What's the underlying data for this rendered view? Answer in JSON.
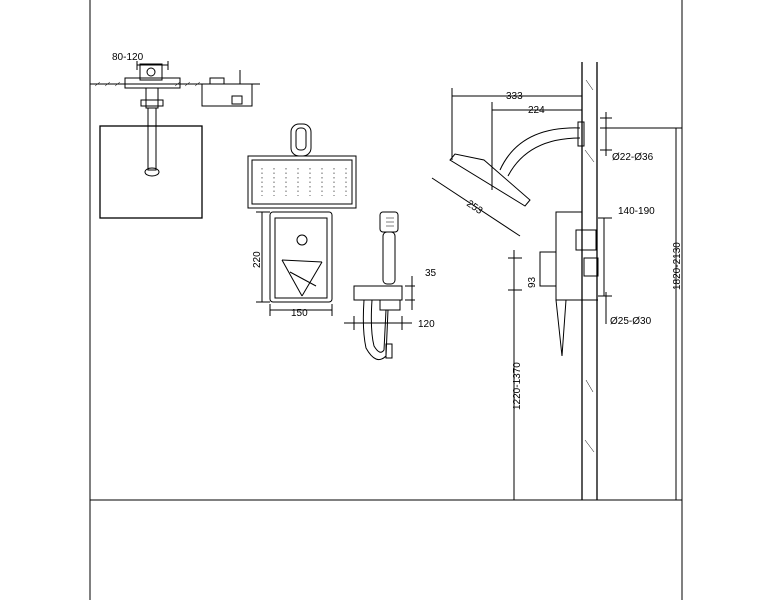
{
  "dimensions": {
    "ceiling_spacing": "80-120",
    "arm_reach": "333",
    "arm_length": "224",
    "pipe_diameter_top": "Ø22-Ø36",
    "head_diameter": "253",
    "valve_depth": "140-190",
    "panel_height": "220",
    "panel_width": "150",
    "holder_offset": "35",
    "holder_height": "120",
    "valve_offset": "93",
    "pipe_diameter_bottom": "Ø25-Ø30",
    "valve_height": "1220-1370",
    "head_height": "1820-2130"
  }
}
